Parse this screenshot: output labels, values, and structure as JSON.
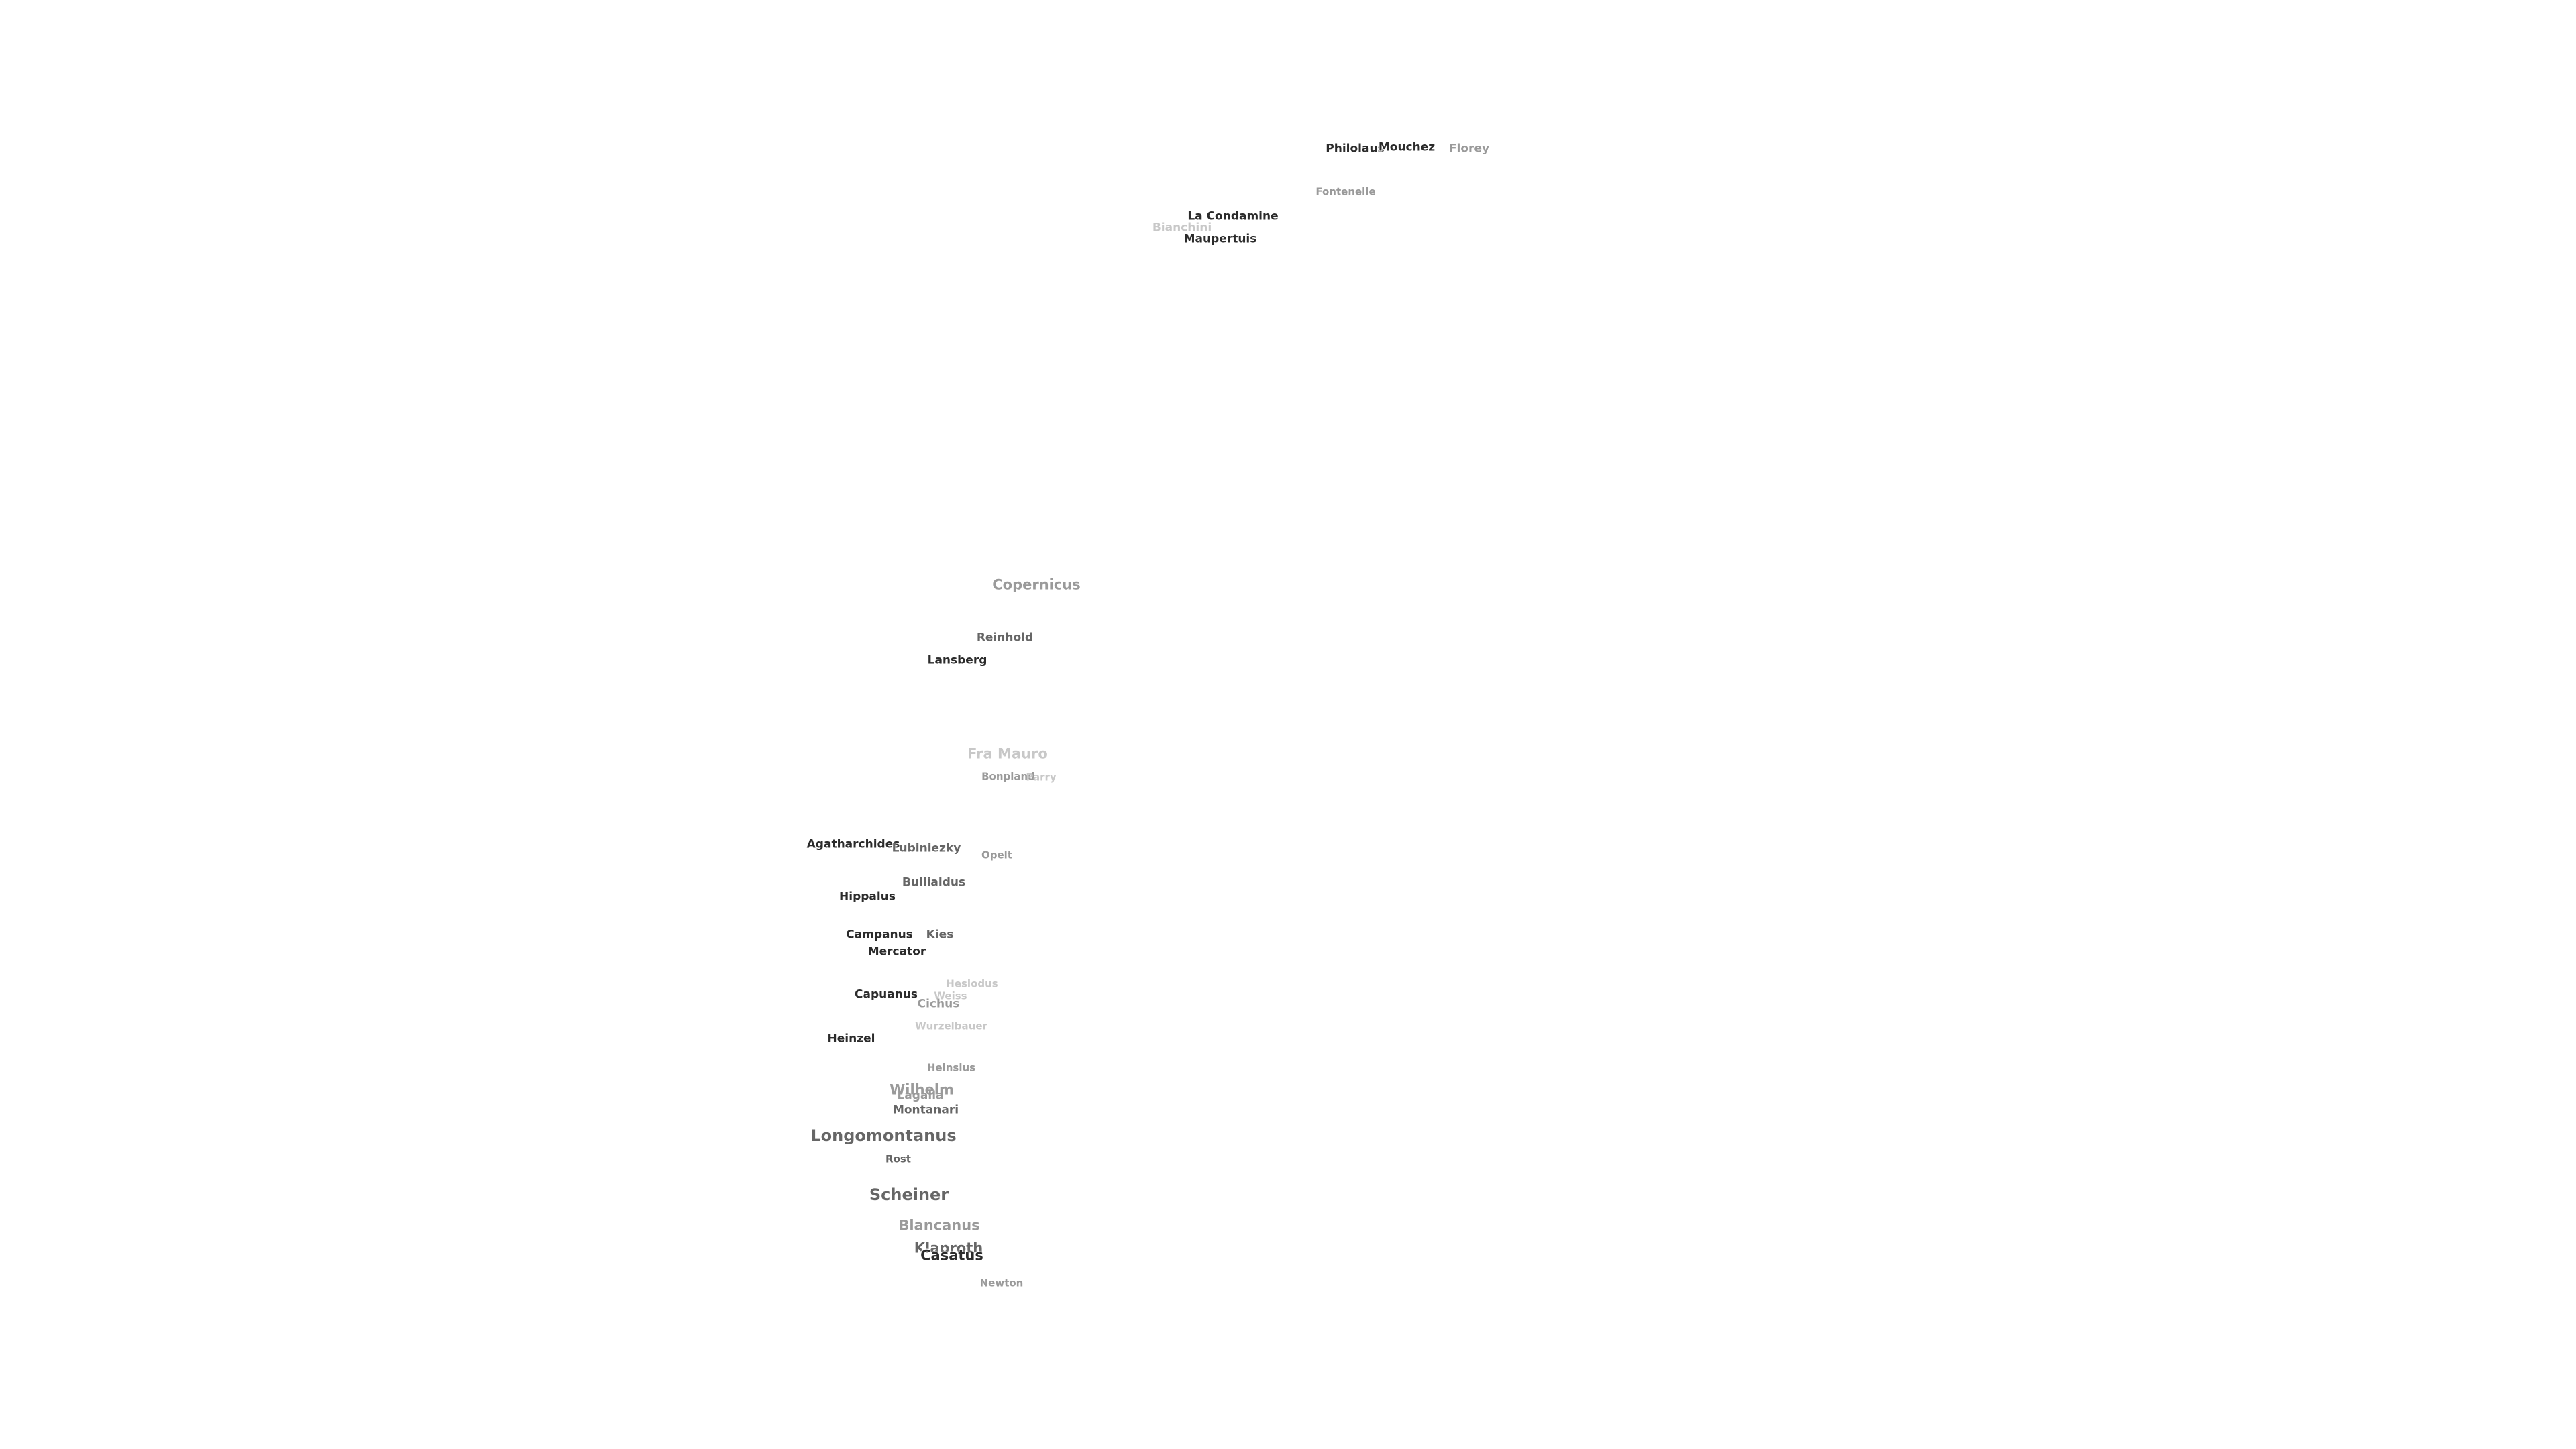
{
  "craters": [
    {
      "name": "Philolaus",
      "tone": "dark",
      "size": "m"
    },
    {
      "name": "Mouchez",
      "tone": "dark",
      "size": "m"
    },
    {
      "name": "Florey",
      "tone": "light",
      "size": "m"
    },
    {
      "name": "Fontenelle",
      "tone": "light",
      "size": "s"
    },
    {
      "name": "La Condamine",
      "tone": "dark",
      "size": "m"
    },
    {
      "name": "Bianchini",
      "tone": "faint",
      "size": "m"
    },
    {
      "name": "Maupertuis",
      "tone": "dark",
      "size": "m"
    },
    {
      "name": "Copernicus",
      "tone": "light",
      "size": "l"
    },
    {
      "name": "Reinhold",
      "tone": "mid",
      "size": "m"
    },
    {
      "name": "Lansberg",
      "tone": "dark",
      "size": "m"
    },
    {
      "name": "Fra Mauro",
      "tone": "faint",
      "size": "l"
    },
    {
      "name": "Bonpland",
      "tone": "light",
      "size": "s"
    },
    {
      "name": "Parry",
      "tone": "faint",
      "size": "s"
    },
    {
      "name": "Agatharchides",
      "tone": "dark",
      "size": "m"
    },
    {
      "name": "Lubiniezky",
      "tone": "mid",
      "size": "m"
    },
    {
      "name": "Opelt",
      "tone": "light",
      "size": "s"
    },
    {
      "name": "Bullialdus",
      "tone": "mid",
      "size": "m"
    },
    {
      "name": "Hippalus",
      "tone": "dark",
      "size": "m"
    },
    {
      "name": "Campanus",
      "tone": "dark",
      "size": "m"
    },
    {
      "name": "Kies",
      "tone": "mid",
      "size": "m"
    },
    {
      "name": "Mercator",
      "tone": "dark",
      "size": "m"
    },
    {
      "name": "Hesiodus",
      "tone": "faint",
      "size": "s"
    },
    {
      "name": "Capuanus",
      "tone": "dark",
      "size": "m"
    },
    {
      "name": "Weiss",
      "tone": "faint",
      "size": "s"
    },
    {
      "name": "Cichus",
      "tone": "light",
      "size": "m"
    },
    {
      "name": "Wurzelbauer",
      "tone": "faint",
      "size": "s"
    },
    {
      "name": "Heinzel",
      "tone": "dark",
      "size": "m"
    },
    {
      "name": "Heinsius",
      "tone": "light",
      "size": "s"
    },
    {
      "name": "Wilhelm",
      "tone": "light",
      "size": "l"
    },
    {
      "name": "Lagalla",
      "tone": "light",
      "size": "m"
    },
    {
      "name": "Montanari",
      "tone": "mid",
      "size": "m"
    },
    {
      "name": "Longomontanus",
      "tone": "mid",
      "size": "xl"
    },
    {
      "name": "Rost",
      "tone": "mid",
      "size": "s"
    },
    {
      "name": "Scheiner",
      "tone": "mid",
      "size": "xl"
    },
    {
      "name": "Blancanus",
      "tone": "light",
      "size": "l"
    },
    {
      "name": "Klaproth",
      "tone": "mid",
      "size": "l"
    },
    {
      "name": "Casatus",
      "tone": "dark",
      "size": "l"
    },
    {
      "name": "Newton",
      "tone": "light",
      "size": "s"
    }
  ]
}
